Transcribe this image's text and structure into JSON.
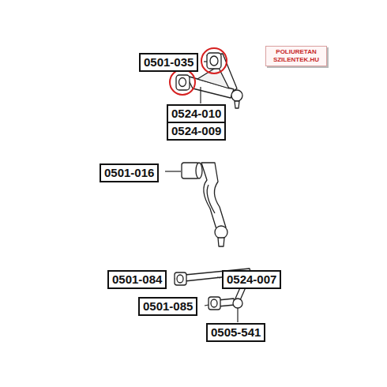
{
  "diagram": {
    "nodes": [
      {
        "text": [
          "POLIURETAN SZILENTEK.HU"
        ]
      },
      {
        "text": [
          "0501-035"
        ]
      },
      {
        "text": [
          "0524-010"
        ]
      },
      {
        "text": [
          "0524-009"
        ]
      },
      {
        "text": [
          "0501-016"
        ]
      },
      {
        "text": [
          "0501-084"
        ]
      },
      {
        "text": [
          "0524-007"
        ]
      },
      {
        "text": [
          "0501-085"
        ]
      },
      {
        "text": [
          "0505-541"
        ]
      }
    ]
  }
}
